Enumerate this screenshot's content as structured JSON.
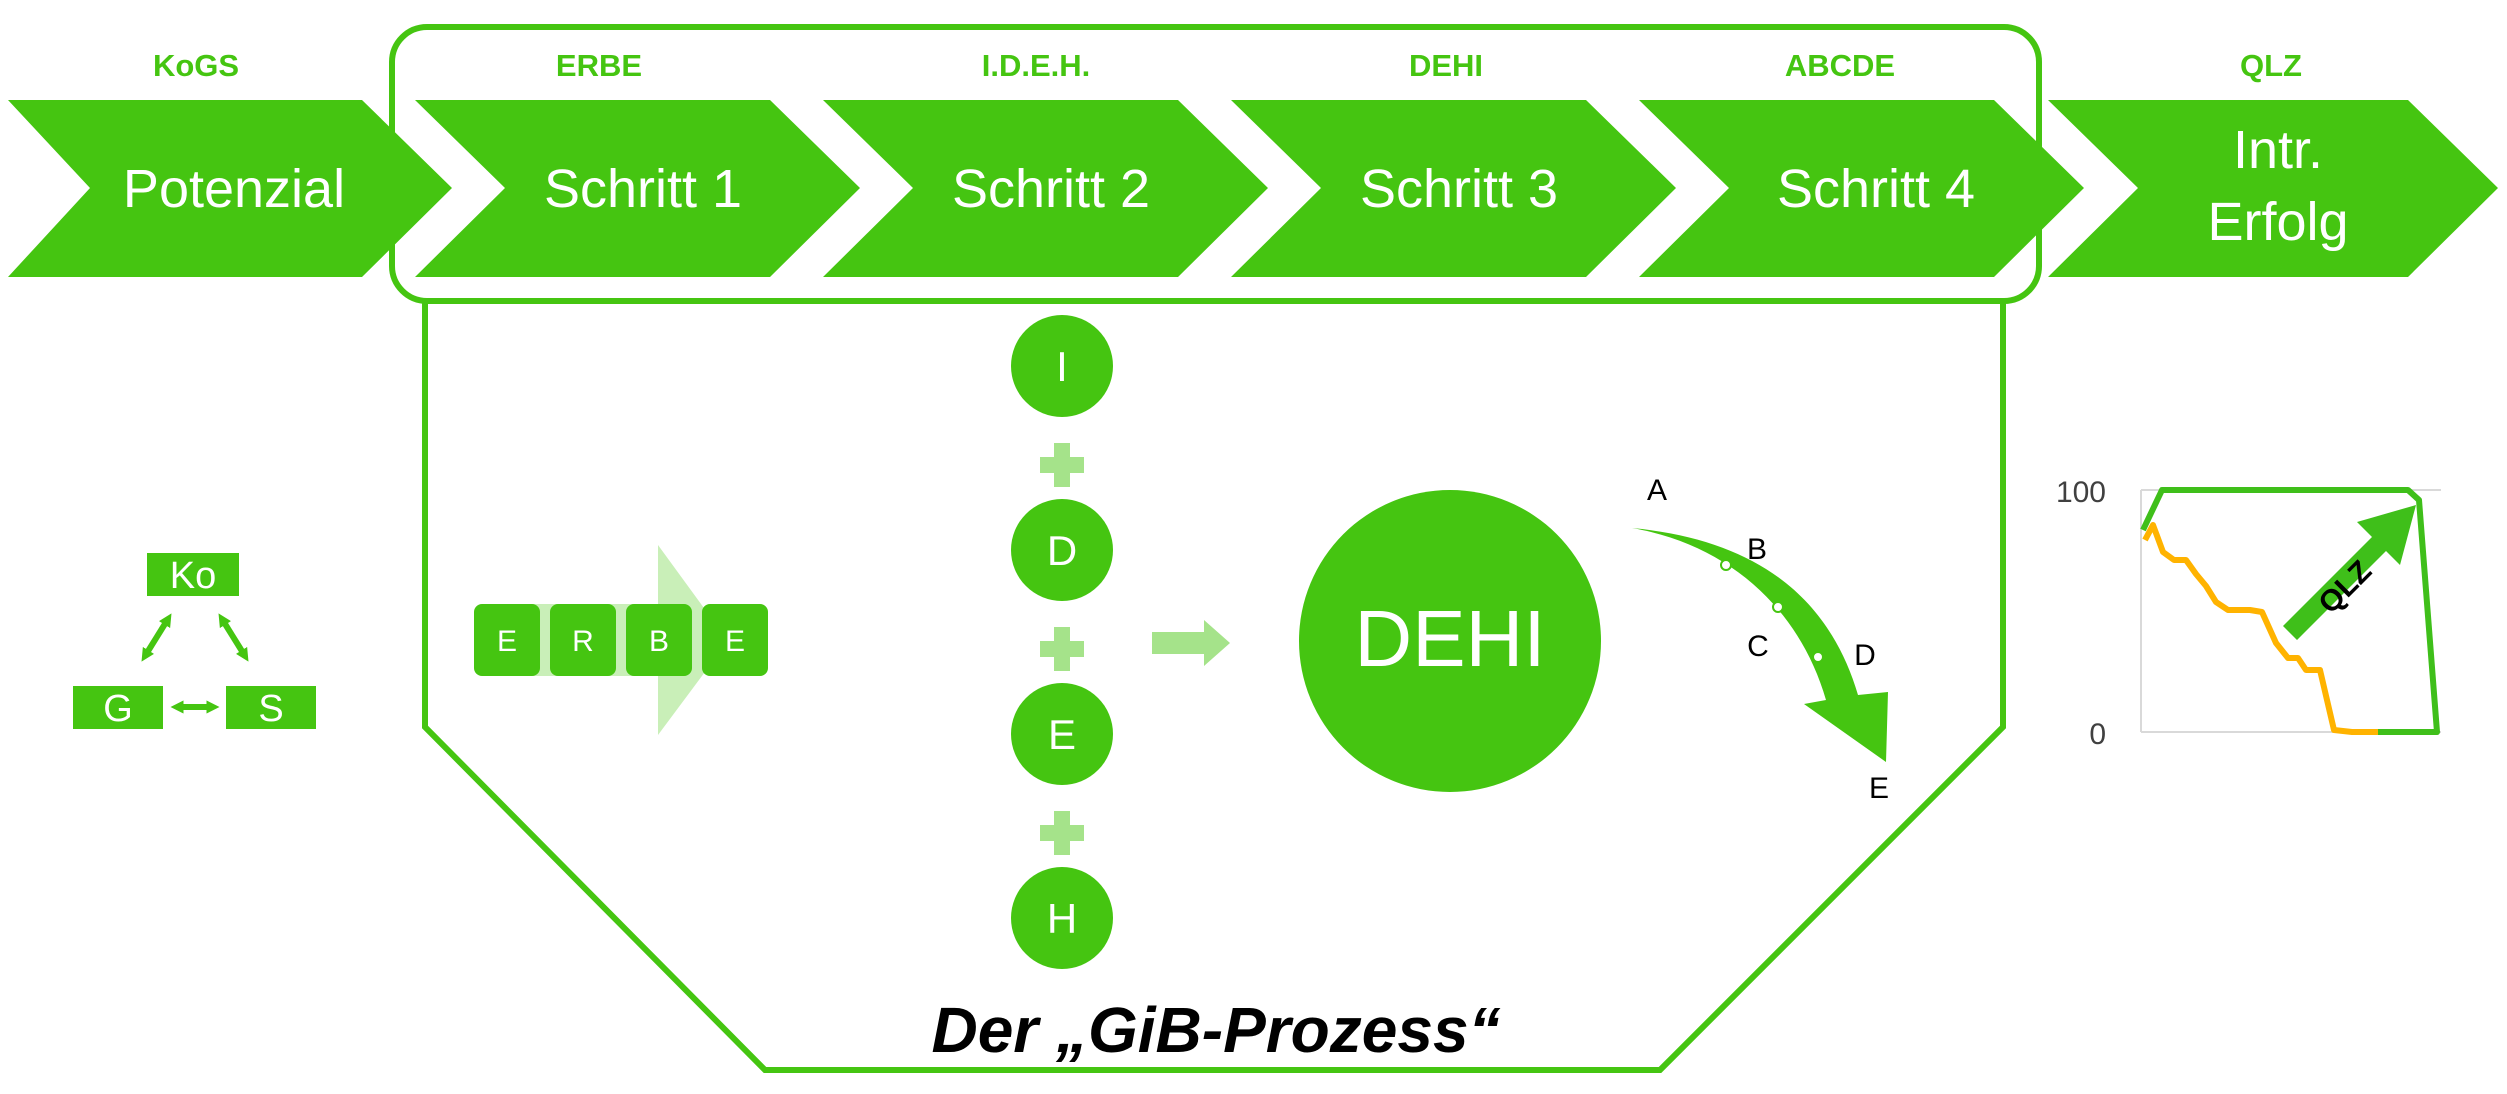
{
  "steps": [
    {
      "label": "Potenzial",
      "abbr": "KoGS"
    },
    {
      "label": "Schritt 1",
      "abbr": "ERBE"
    },
    {
      "label": "Schritt 2",
      "abbr": "I.D.E.H."
    },
    {
      "label": "Schritt 3",
      "abbr": "DEHI"
    },
    {
      "label": "Schritt 4",
      "abbr": "ABCDE"
    },
    {
      "label_line1": "Intr.",
      "label_line2": "Erfolg",
      "abbr": "QLZ"
    }
  ],
  "kogs": {
    "top": "Ko",
    "left": "G",
    "right": "S"
  },
  "erbe": {
    "letters": [
      "E",
      "R",
      "B",
      "E"
    ]
  },
  "ideh": {
    "letters": [
      "I",
      "D",
      "E",
      "H"
    ]
  },
  "dehi": {
    "label": "DEHI"
  },
  "abcde": {
    "letters": [
      "A",
      "B",
      "C",
      "D",
      "E"
    ]
  },
  "qlz": {
    "y_max": "100",
    "y_min": "0",
    "arrow_label": "QLZ"
  },
  "process_title": "Der „GiB-Prozess“",
  "colors": {
    "green": "#45c511",
    "light_green": "#a5e38a",
    "orange": "#ffb300",
    "chart_green": "#3fbf1a"
  }
}
